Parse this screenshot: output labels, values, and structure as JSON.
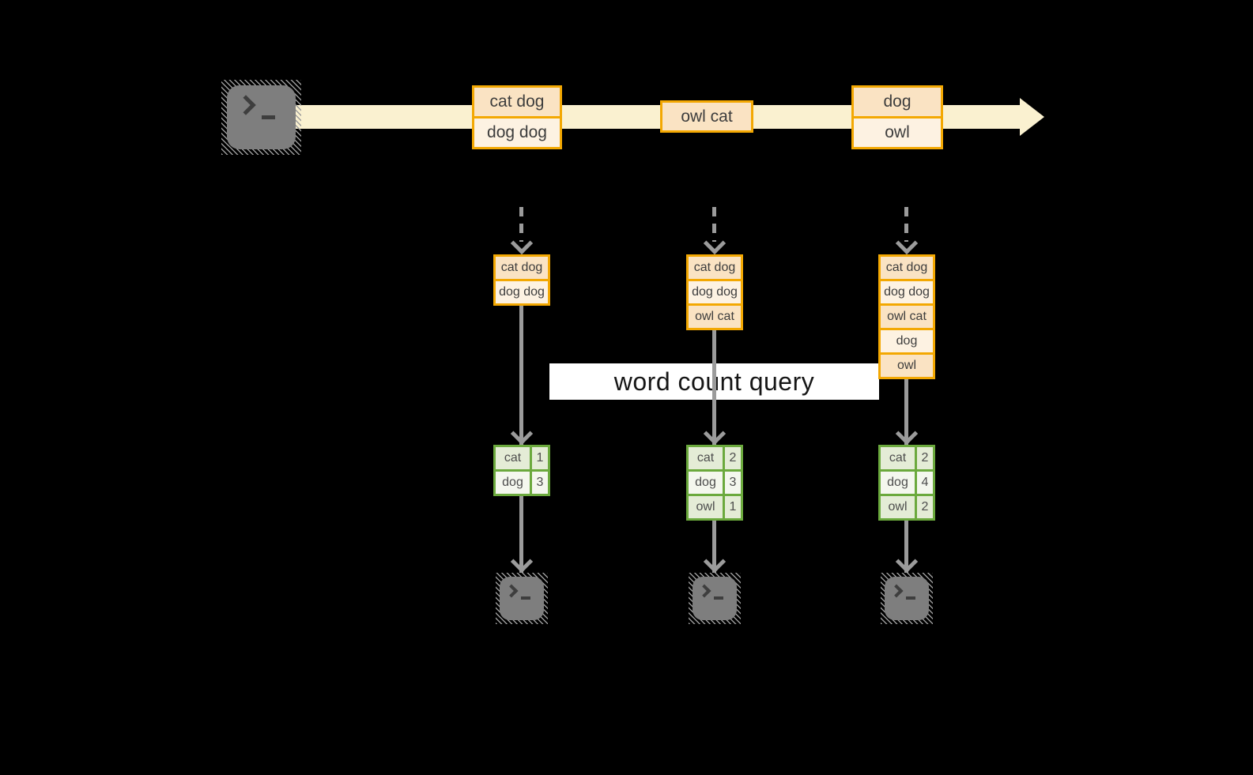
{
  "diagram": {
    "title": "streaming word count diagram",
    "query": {
      "label": "word count query"
    }
  },
  "colors": {
    "background": "#000000",
    "stream_band": "#FAF1D0",
    "record_border": "#F3A802",
    "record_fill_dark": "#FAE3C3",
    "record_fill_light": "#FDF2E2",
    "table_border": "#6BA93D",
    "table_cell_dark": "#E4ECD6",
    "table_cell_light": "#F4F7EE",
    "arrow_gray": "#9B9B9B",
    "terminal_gray": "#7E7E7E",
    "query_band": "#FFFFFF"
  },
  "icons": {
    "source": "terminal-icon",
    "outputs": [
      "terminal-icon",
      "terminal-icon",
      "terminal-icon"
    ],
    "stream_end": "arrowhead"
  },
  "stream": {
    "batches": [
      {
        "items": [
          "cat dog",
          "dog dog"
        ]
      },
      {
        "items": [
          "owl cat"
        ]
      },
      {
        "items": [
          "dog",
          "owl"
        ]
      }
    ]
  },
  "query": {
    "label": "word count query"
  },
  "columns": [
    {
      "input": [
        "cat dog",
        "dog dog"
      ],
      "result": [
        {
          "word": "cat",
          "count": "1"
        },
        {
          "word": "dog",
          "count": "3"
        }
      ]
    },
    {
      "input": [
        "cat dog",
        "dog dog",
        "owl cat"
      ],
      "result": [
        {
          "word": "cat",
          "count": "2"
        },
        {
          "word": "dog",
          "count": "3"
        },
        {
          "word": "owl",
          "count": "1"
        }
      ]
    },
    {
      "input": [
        "cat dog",
        "dog dog",
        "owl cat",
        "dog",
        "owl"
      ],
      "result": [
        {
          "word": "cat",
          "count": "2"
        },
        {
          "word": "dog",
          "count": "4"
        },
        {
          "word": "owl",
          "count": "2"
        }
      ]
    }
  ]
}
